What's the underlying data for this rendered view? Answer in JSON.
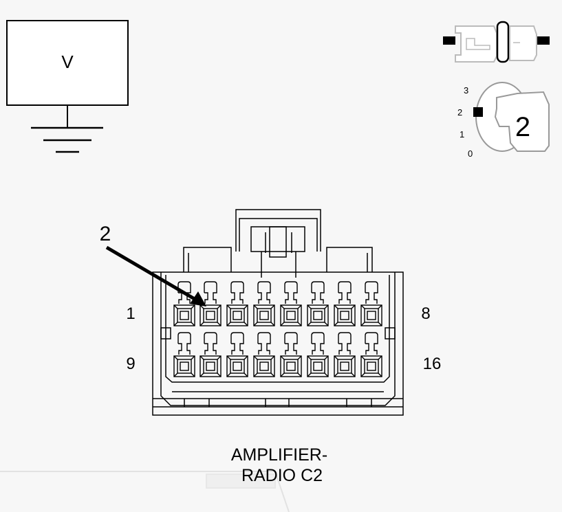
{
  "voltmeter": {
    "label": "V"
  },
  "ignition": {
    "positions": [
      "3",
      "2",
      "1",
      "0"
    ],
    "key_position": "2"
  },
  "connector": {
    "callout": "2",
    "pin_labels": {
      "top_left": "1",
      "top_right": "8",
      "bottom_left": "9",
      "bottom_right": "16"
    },
    "title_line1": "AMPLIFIER-",
    "title_line2": "RADIO C2"
  },
  "colors": {
    "line": "#000000",
    "background": "#f7f7f7",
    "faint": "#e4e4e4"
  }
}
